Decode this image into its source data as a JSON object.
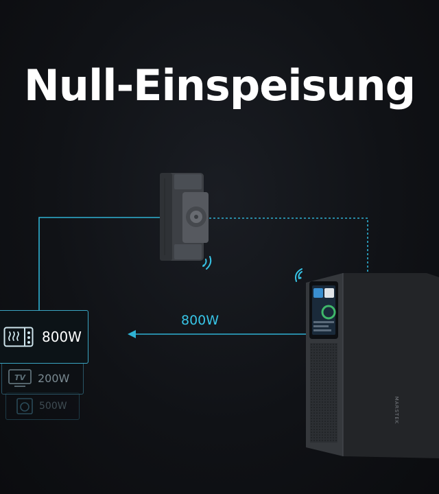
{
  "title": "Null-Einspeisung",
  "flow_label": "800W",
  "loads": [
    {
      "icon": "microwave-icon",
      "value": "800W"
    },
    {
      "icon": "tv-icon",
      "icon_text": "TV",
      "value": "200W"
    },
    {
      "icon": "washing-machine-icon",
      "value": "500W"
    }
  ],
  "device_brand": "MARSTEK",
  "colors": {
    "accent": "#37c4e6",
    "line": "#2fb2d4",
    "background": "#101216"
  }
}
